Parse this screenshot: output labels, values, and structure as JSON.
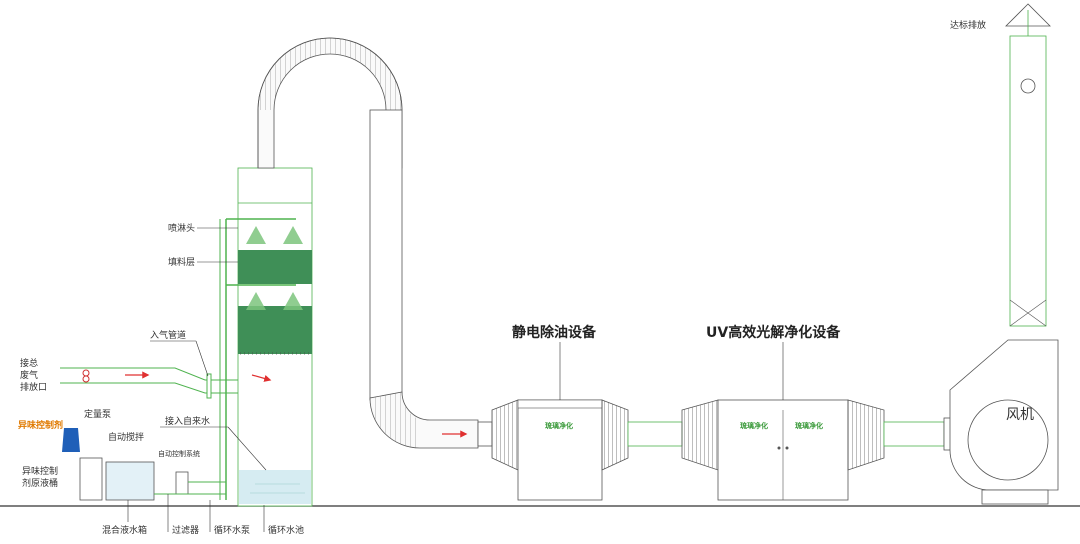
{
  "labels": {
    "spray_head": "喷淋头",
    "packing_layer": "填料层",
    "inlet_duct": "入气管道",
    "exhaust_inlet": [
      "接总",
      "废气",
      "排放口"
    ],
    "odor_agent": "异味控制剂",
    "dosing_pump": "定量泵",
    "auto_mixer": "自动搅拌",
    "auto_control": "自动控制系统",
    "tap_water": "接入自来水",
    "raw_tank": [
      "异味控制",
      "剂原液桶"
    ],
    "mix_tank": "混合液水箱",
    "filter": "过滤器",
    "circ_pump": "循环水泵",
    "circ_pool": "循环水池",
    "esp": "静电除油设备",
    "uv": "UV高效光解净化设备",
    "fan": "风机",
    "discharge": "达标排放",
    "brand": "琉璃净化"
  },
  "colors": {
    "pipe": "#4fb34f",
    "packing": "#3f8f57",
    "arrow": "#e03030",
    "orange_label": "#e07a00"
  }
}
